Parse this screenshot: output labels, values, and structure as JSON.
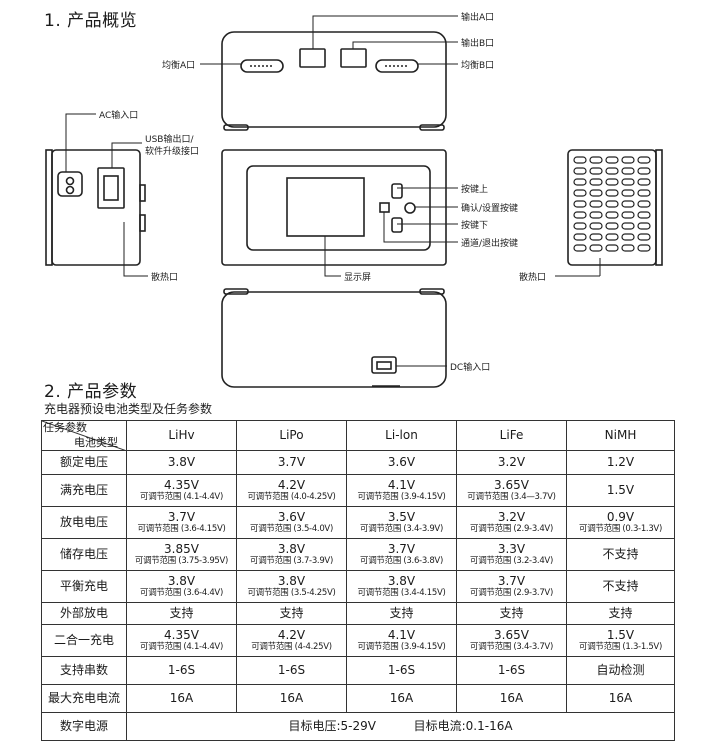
{
  "sections": {
    "overview_title": "1. 产品概览",
    "params_title": "2. 产品参数",
    "params_subtitle": "充电器预设电池类型及任务参数"
  },
  "callouts": {
    "output_a": "输出A口",
    "output_b": "输出B口",
    "balance_a": "均衡A口",
    "balance_b": "均衡B口",
    "ac_input": "AC输入口",
    "usb_line1": "USB输出口/",
    "usb_line2": "软件升级接口",
    "button_up": "按键上",
    "confirm_button": "确认/设置按键",
    "button_down": "按键下",
    "channel_button": "通道/退出按键",
    "heat_left": "散热口",
    "display": "显示屏",
    "heat_right": "散热口",
    "dc_input": "DC输入口"
  },
  "table": {
    "corner_top": "电池类型",
    "corner_bottom": "任务参数",
    "columns": [
      "LiHv",
      "LiPo",
      "Li-lon",
      "LiFe",
      "NiMH"
    ],
    "rows": [
      {
        "label": "额定电压",
        "cells": [
          {
            "v": "3.8V"
          },
          {
            "v": "3.7V"
          },
          {
            "v": "3.6V"
          },
          {
            "v": "3.2V"
          },
          {
            "v": "1.2V"
          }
        ]
      },
      {
        "label": "满充电压",
        "cells": [
          {
            "v": "4.35V",
            "r": "可调节范围 (4.1-4.4V)"
          },
          {
            "v": "4.2V",
            "r": "可调节范围 (4.0-4.25V)"
          },
          {
            "v": "4.1V",
            "r": "可调节范围 (3.9-4.15V)"
          },
          {
            "v": "3.65V",
            "r": "可调节范围 (3.4—3.7V)"
          },
          {
            "v": "1.5V"
          }
        ]
      },
      {
        "label": "放电电压",
        "cells": [
          {
            "v": "3.7V",
            "r": "可调节范围 (3.6-4.15V)"
          },
          {
            "v": "3.6V",
            "r": "可调节范围 (3.5-4.0V)"
          },
          {
            "v": "3.5V",
            "r": "可调节范围 (3.4-3.9V)"
          },
          {
            "v": "3.2V",
            "r": "可调节范围 (2.9-3.4V)"
          },
          {
            "v": "0.9V",
            "r": "可调节范围 (0.3-1.3V)"
          }
        ]
      },
      {
        "label": "储存电压",
        "cells": [
          {
            "v": "3.85V",
            "r": "可调节范围 (3.75-3.95V)"
          },
          {
            "v": "3.8V",
            "r": "可调节范围 (3.7-3.9V)"
          },
          {
            "v": "3.7V",
            "r": "可调节范围 (3.6-3.8V)"
          },
          {
            "v": "3.3V",
            "r": "可调节范围 (3.2-3.4V)"
          },
          {
            "v": "不支持"
          }
        ]
      },
      {
        "label": "平衡充电",
        "cells": [
          {
            "v": "3.8V",
            "r": "可调节范围 (3.6-4.4V)"
          },
          {
            "v": "3.8V",
            "r": "可调节范围 (3.5-4.25V)"
          },
          {
            "v": "3.8V",
            "r": "可调节范围 (3.4-4.15V)"
          },
          {
            "v": "3.7V",
            "r": "可调节范围 (2.9-3.7V)"
          },
          {
            "v": "不支持"
          }
        ]
      },
      {
        "label": "外部放电",
        "cells": [
          {
            "v": "支持"
          },
          {
            "v": "支持"
          },
          {
            "v": "支持"
          },
          {
            "v": "支持"
          },
          {
            "v": "支持"
          }
        ]
      },
      {
        "label": "二合一充电",
        "cells": [
          {
            "v": "4.35V",
            "r": "可调节范围 (4.1-4.4V)"
          },
          {
            "v": "4.2V",
            "r": "可调节范围 (4-4.25V)"
          },
          {
            "v": "4.1V",
            "r": "可调节范围 (3.9-4.15V)"
          },
          {
            "v": "3.65V",
            "r": "可调节范围 (3.4-3.7V)"
          },
          {
            "v": "1.5V",
            "r": "可调节范围 (1.3-1.5V)"
          }
        ]
      },
      {
        "label": "支持串数",
        "cells": [
          {
            "v": "1-6S"
          },
          {
            "v": "1-6S"
          },
          {
            "v": "1-6S"
          },
          {
            "v": "1-6S"
          },
          {
            "v": "自动检测"
          }
        ]
      },
      {
        "label": "最大充电电流",
        "cells": [
          {
            "v": "16A"
          },
          {
            "v": "16A"
          },
          {
            "v": "16A"
          },
          {
            "v": "16A"
          },
          {
            "v": "16A"
          }
        ]
      }
    ],
    "dc_row": {
      "label": "数字电源",
      "voltage": "目标电压:5-29V",
      "current": "目标电流:0.1-16A"
    }
  }
}
